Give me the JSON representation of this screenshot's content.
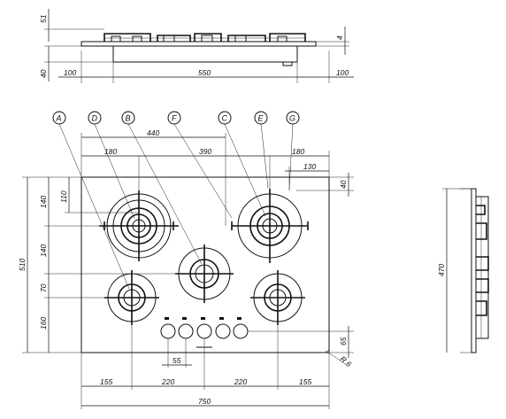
{
  "top_view": {
    "dims": {
      "height_above": "51",
      "height_below": "40",
      "left_overhang": "100",
      "cut_width": "550",
      "right_overhang": "100",
      "lip": "4"
    }
  },
  "plan_view": {
    "callouts": [
      "A",
      "D",
      "B",
      "F",
      "C",
      "E",
      "G"
    ],
    "dims": {
      "d440": "440",
      "d390": "390",
      "d180_left": "180",
      "d180_right": "180",
      "d130": "130",
      "d40": "40",
      "d110": "110",
      "d140_top": "140",
      "d140_mid": "140",
      "d70": "70",
      "d160": "160",
      "d510": "510",
      "d55": "55",
      "d65": "65",
      "radius": "R 6",
      "bottom_155_left": "155",
      "bottom_220_left": "220",
      "bottom_220_right": "220",
      "bottom_155_right": "155",
      "overall_750": "750"
    }
  },
  "side_view": {
    "dims": {
      "depth": "470"
    }
  }
}
